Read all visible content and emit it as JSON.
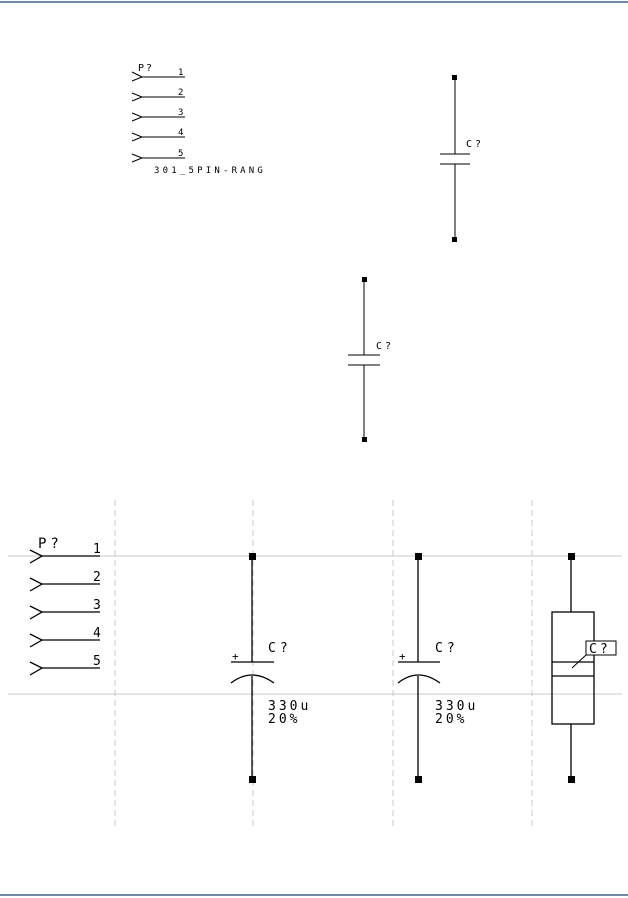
{
  "colors": {
    "border": "#6f8aa6",
    "wire": "#000000",
    "grid": "#c8c8c8"
  },
  "preview": {
    "connector": {
      "ref": "P?",
      "pins": [
        "1",
        "2",
        "3",
        "4",
        "5"
      ],
      "part_name": "301_5PIN-RANG"
    },
    "capacitor_a": {
      "ref": "C?"
    },
    "capacitor_b": {
      "ref": "C?"
    }
  },
  "library": {
    "connector": {
      "ref": "P?",
      "pins": [
        "1",
        "2",
        "3",
        "4",
        "5"
      ]
    },
    "electrolytic_1": {
      "ref": "C?",
      "value": "330u",
      "tolerance": "20%",
      "polarity": "+"
    },
    "electrolytic_2": {
      "ref": "C?",
      "value": "330u",
      "tolerance": "20%",
      "polarity": "+"
    },
    "footprint_cap": {
      "ref": "C?"
    }
  }
}
